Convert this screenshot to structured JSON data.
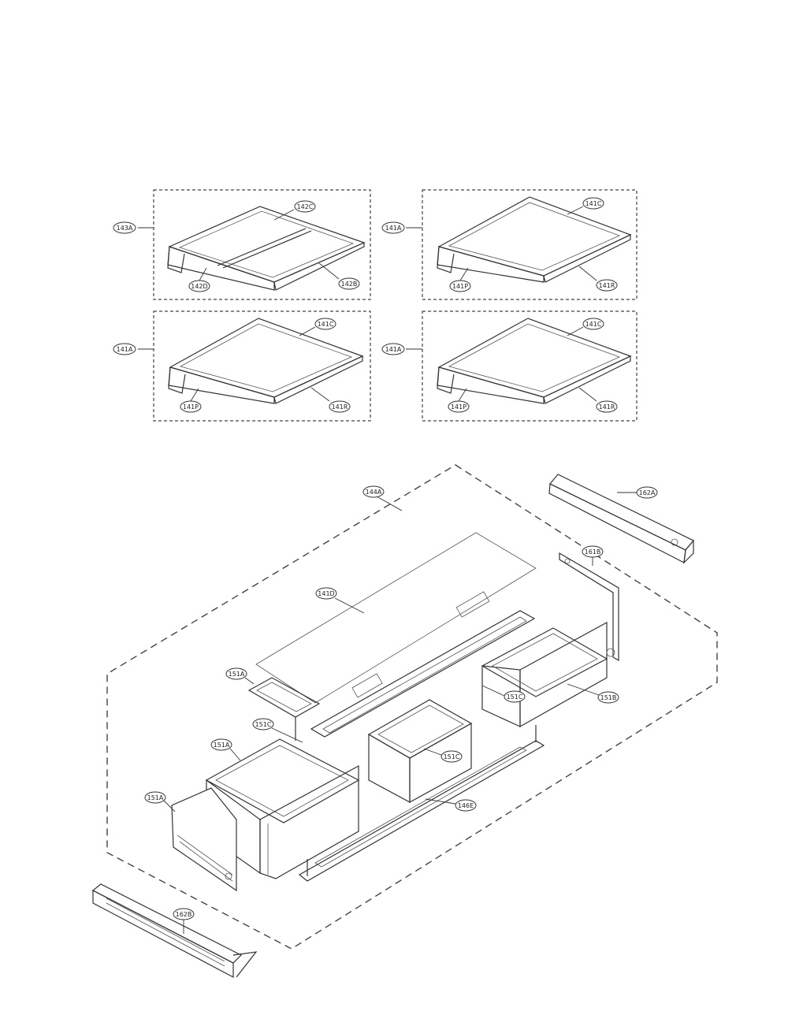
{
  "callouts": {
    "shelf_split": {
      "assembly": "143A",
      "top": "142C",
      "front": "142D",
      "side": "142B"
    },
    "shelf_a": {
      "assembly": "141A",
      "top": "141C",
      "front": "141P",
      "side": "141R"
    },
    "shelf_b": {
      "assembly": "141A",
      "top": "141C",
      "front": "141P",
      "side": "141R"
    },
    "shelf_c": {
      "assembly": "141A",
      "top": "141C",
      "front": "141P",
      "side": "141R"
    },
    "drawer_assembly": "144A",
    "cover_glass": "141D",
    "drawer_left": "151A",
    "drawer_right": "151B",
    "divider_left": "151C",
    "divider_right": "151C",
    "drawer_center": "151C",
    "drawer_front": "151A",
    "frame_top_left": "151A",
    "frame_bracket": "161B",
    "rail_top": "162A",
    "rail_bottom": "162B",
    "base_frame": "146E"
  }
}
